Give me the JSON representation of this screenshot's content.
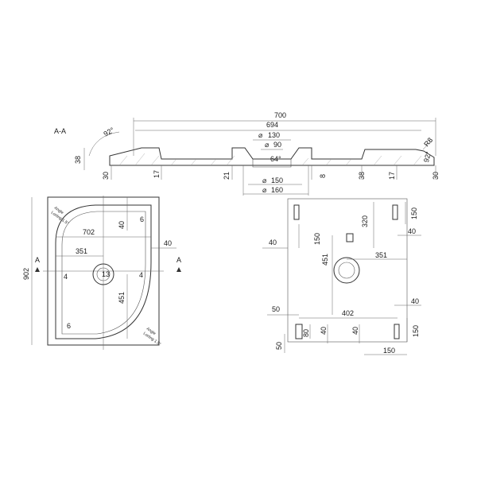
{
  "section": {
    "title": "A-A",
    "dims": {
      "d700": "700",
      "d694": "694",
      "d130": "130",
      "d90": "90",
      "d64": "64°",
      "d150": "150",
      "d160": "160",
      "d92": "92°",
      "d38": "38",
      "d30l": "30",
      "d17l": "17",
      "d21": "21",
      "d8": "8",
      "d38r": "38",
      "d17r": "17",
      "d30r": "30",
      "r8": "R8",
      "d92r": "92°"
    }
  },
  "plan": {
    "dims": {
      "d902": "902",
      "d702": "702",
      "d40a": "40",
      "d40b": "40",
      "d351": "351",
      "d451": "451",
      "d13": "13",
      "n6a": "6",
      "n4a": "4",
      "n4b": "4",
      "n6b": "6"
    },
    "angle_label_top": [
      "Angle",
      "Lorting 1.5°"
    ],
    "angle_label_bottom": [
      "Angle",
      "Lorting 1.5°"
    ],
    "section_mark": "A"
  },
  "frame": {
    "dims": {
      "d150a": "150",
      "d40a": "40",
      "d320": "320",
      "d150b": "150",
      "d40b": "40",
      "d451": "451",
      "d351": "351",
      "d50a": "50",
      "d402": "402",
      "d40c": "40",
      "d80": "80",
      "d40d": "40",
      "d40e": "40",
      "d150c": "150",
      "d50b": "50",
      "d150d": "150"
    }
  }
}
